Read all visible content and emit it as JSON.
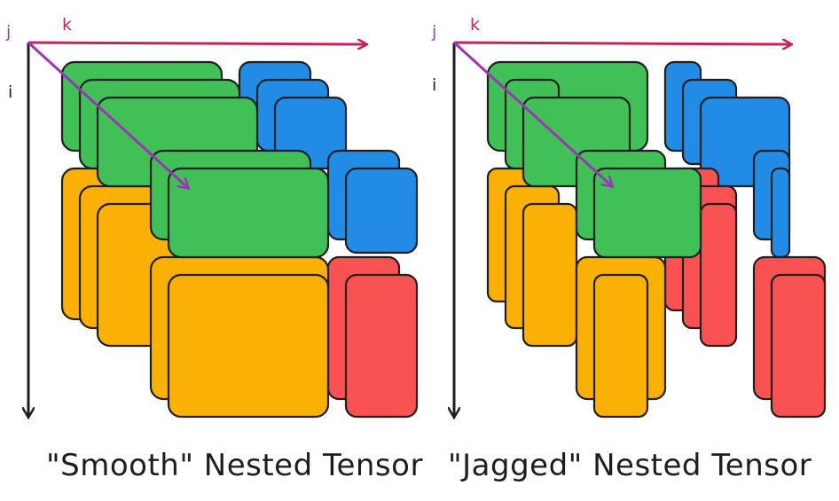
{
  "colors": {
    "green": "#40c057",
    "blue": "#228be6",
    "yellow": "#fab005",
    "red": "#fa5252",
    "axis_k": "#c2255c",
    "axis_j": "#9c36b5",
    "axis_i": "#1e1e1e",
    "outline": "#1e1e1e"
  },
  "axes": {
    "j": "j",
    "k": "k",
    "i": "i"
  },
  "captions": {
    "smooth": "\"Smooth\" Nested Tensor",
    "jagged": "\"Jagged\" Nested Tensor"
  }
}
